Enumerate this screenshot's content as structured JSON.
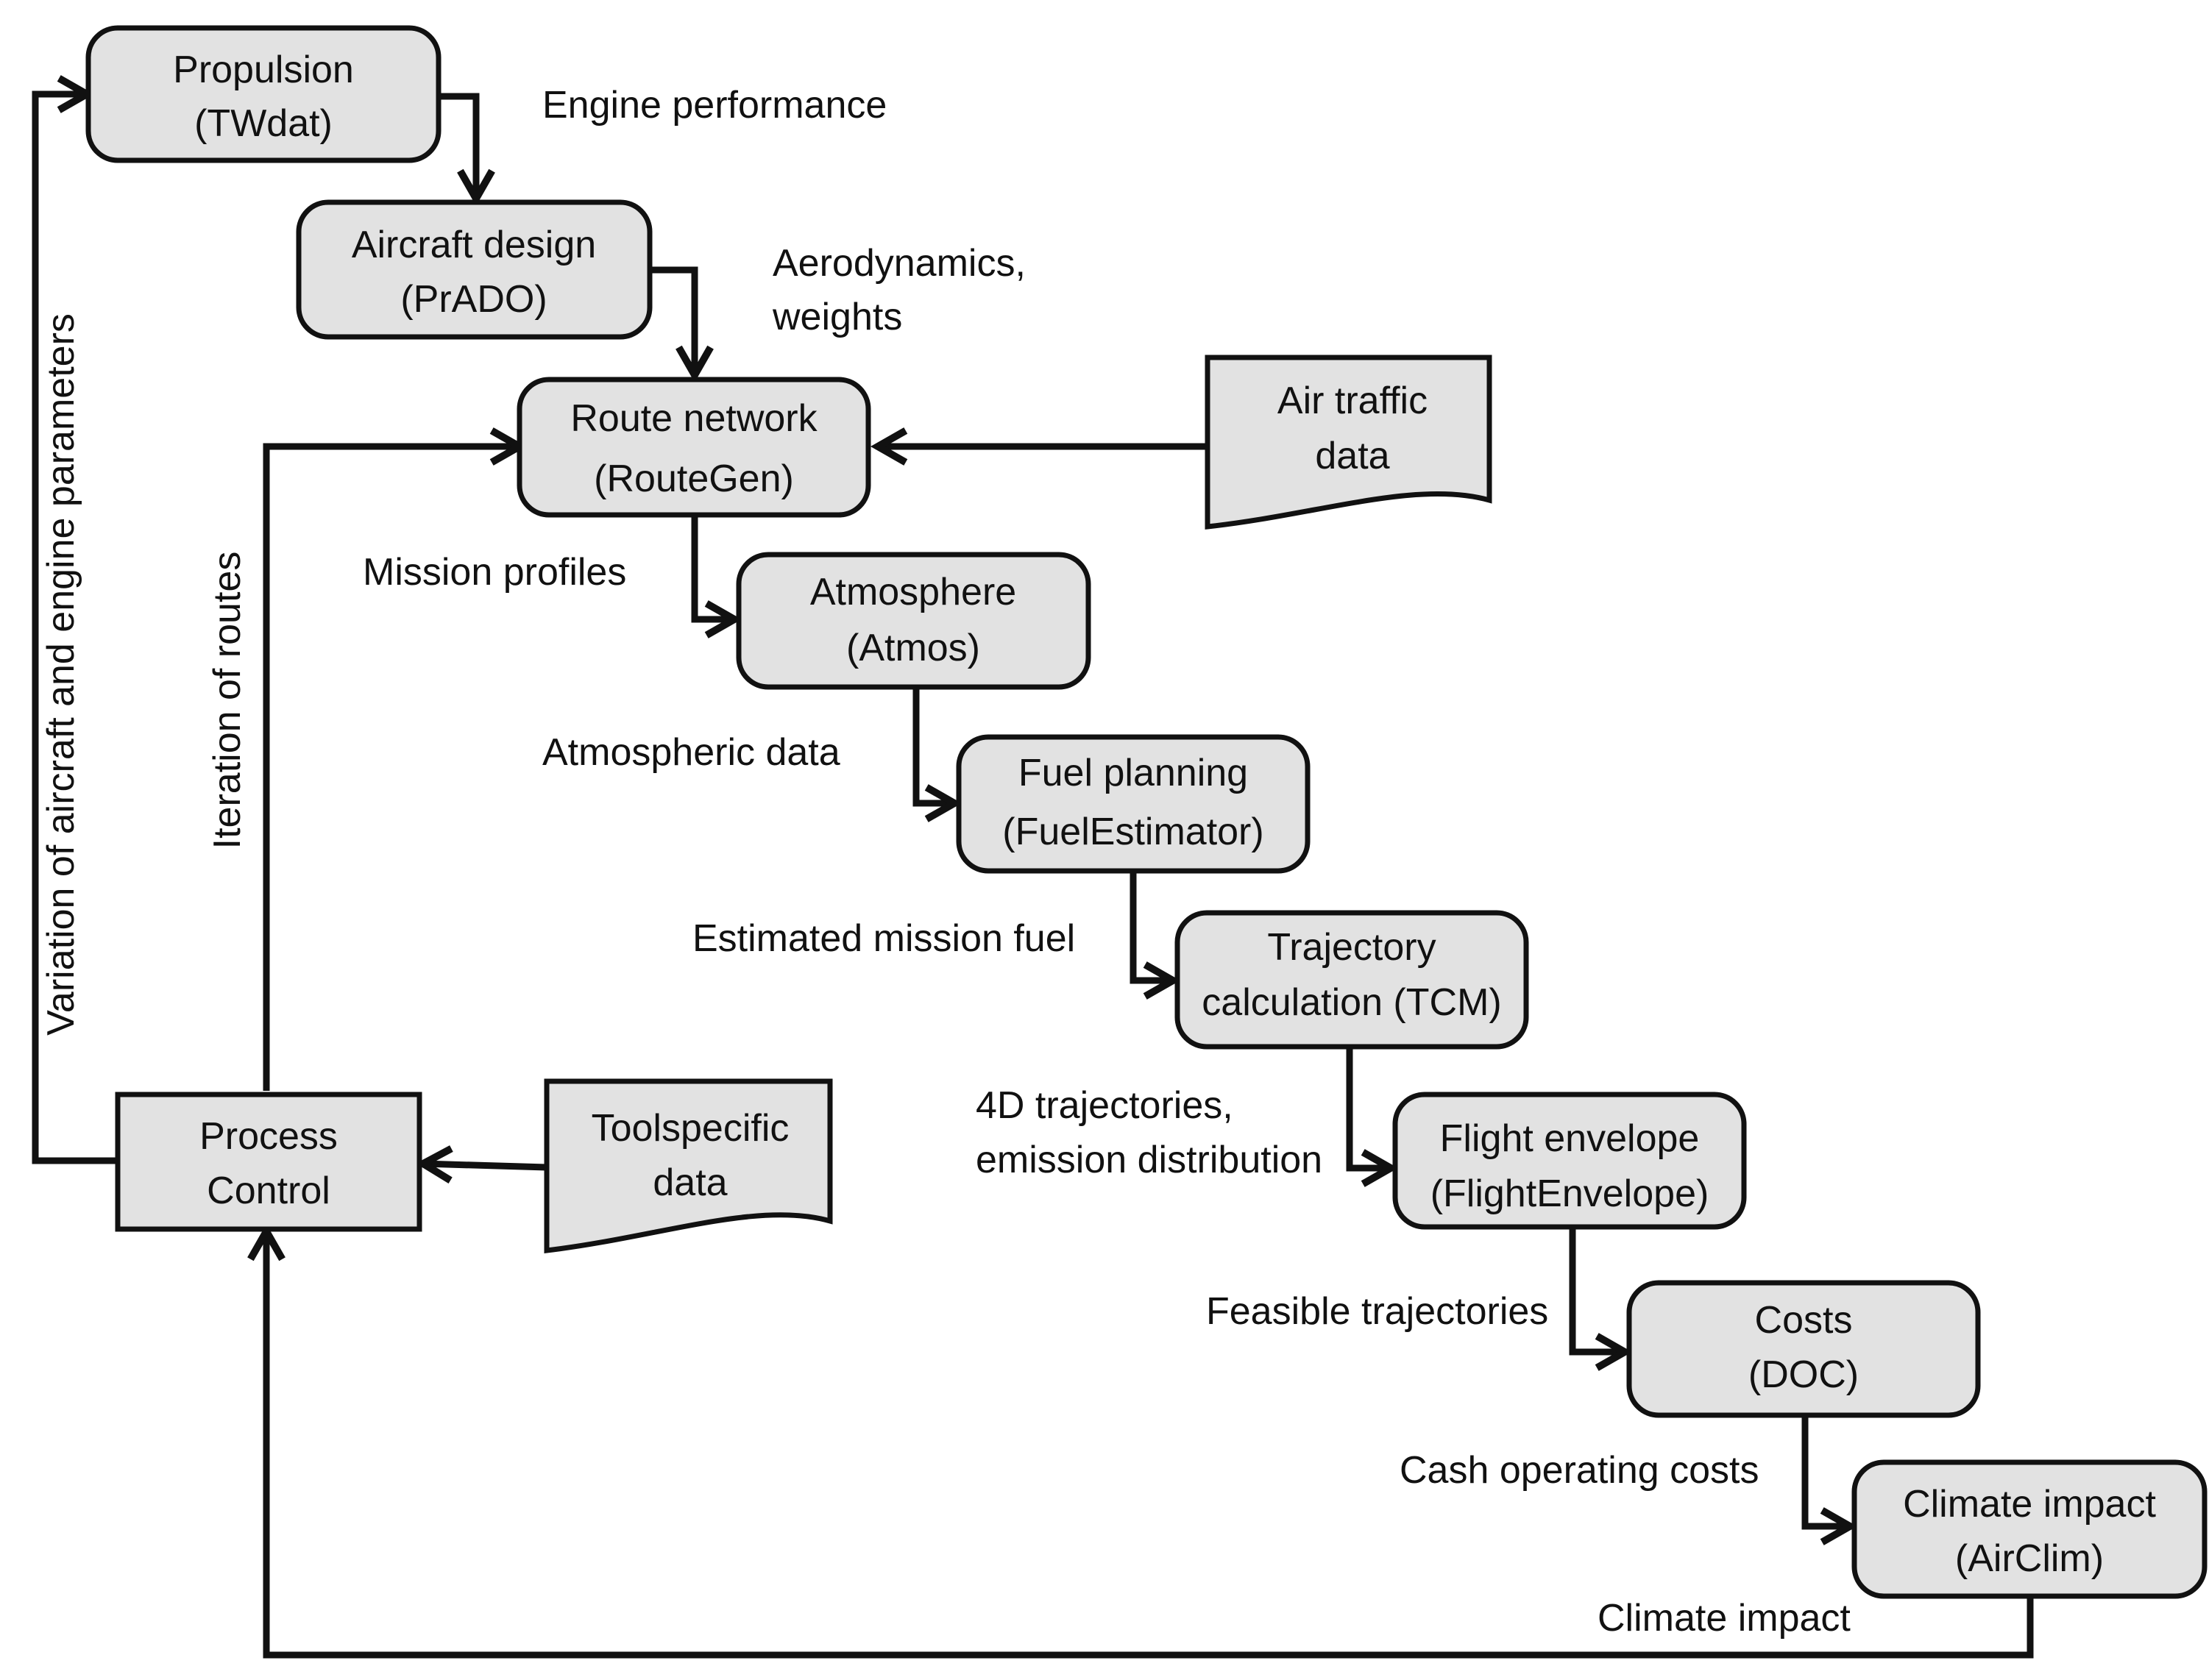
{
  "nodes": {
    "propulsion": [
      "Propulsion",
      "(TWdat)"
    ],
    "aircraft_design": [
      "Aircraft design",
      "(PrADO)"
    ],
    "route_network": [
      "Route network",
      "(RouteGen)"
    ],
    "air_traffic": [
      "Air traffic",
      "data"
    ],
    "atmosphere": [
      "Atmosphere",
      "(Atmos)"
    ],
    "fuel_planning": [
      "Fuel planning",
      "(FuelEstimator)"
    ],
    "trajectory": [
      "Trajectory",
      "calculation (TCM)"
    ],
    "flight_envelope": [
      "Flight envelope",
      "(FlightEnvelope)"
    ],
    "costs": [
      "Costs",
      "(DOC)"
    ],
    "climate_impact": [
      "Climate impact",
      "(AirClim)"
    ],
    "process_control": [
      "Process",
      "Control"
    ],
    "toolspecific": [
      "Toolspecific",
      "data"
    ]
  },
  "labels": {
    "engine_performance": "Engine performance",
    "aerodynamics_weights": [
      "Aerodynamics,",
      "weights"
    ],
    "mission_profiles": "Mission profiles",
    "atmospheric_data": "Atmospheric data",
    "estimated_mission_fuel": "Estimated mission fuel",
    "trajectories_emission": [
      "4D trajectories,",
      "emission distribution"
    ],
    "feasible_trajectories": "Feasible trajectories",
    "cash_operating_costs": "Cash operating costs",
    "climate_impact_out": "Climate impact",
    "iteration_of_routes": "Iteration of routes",
    "variation_params": "Variation of aircraft and engine parameters"
  },
  "colors": {
    "box_fill": "#e2e2e2",
    "stroke": "#111111",
    "background": "#ffffff"
  }
}
